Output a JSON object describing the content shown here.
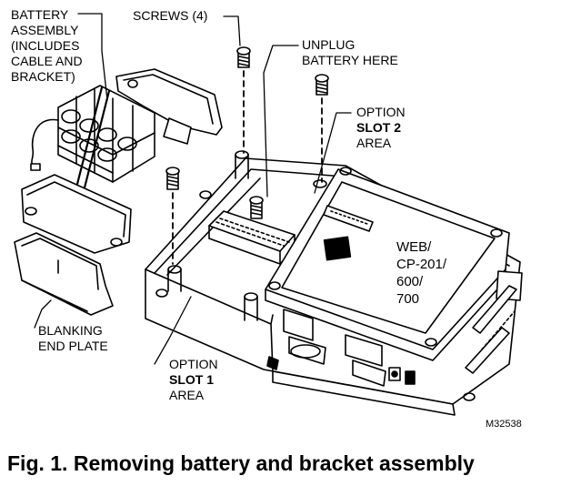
{
  "callouts": {
    "battery_assembly": [
      "BATTERY",
      "ASSEMBLY",
      "(INCLUDES",
      "CABLE AND",
      "BRACKET)"
    ],
    "screws": "SCREWS (4)",
    "unplug_battery": [
      "UNPLUG",
      "BATTERY HERE"
    ],
    "option_slot_2": [
      "OPTION",
      "SLOT 2",
      "AREA"
    ],
    "blanking_end_plate": [
      "BLANKING",
      "END PLATE"
    ],
    "option_slot_1": [
      "OPTION",
      "SLOT 1",
      "AREA"
    ]
  },
  "board_label": [
    "WEB/",
    "CP-201/",
    "600/",
    "700"
  ],
  "figure_code": "M32538",
  "caption": "Fig. 1. Removing battery and bracket assembly"
}
